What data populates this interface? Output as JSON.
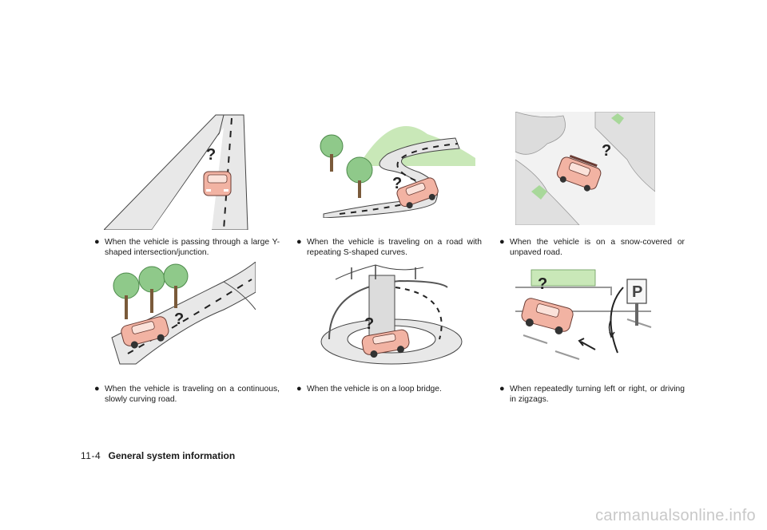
{
  "page": {
    "number": "11-4",
    "section_title": "General system information"
  },
  "illustrations": [
    {
      "id": "y-intersection",
      "icon": "car-y-junction-illustration",
      "caption": "When the vehicle is passing through a large Y-shaped intersection/junction."
    },
    {
      "id": "s-curves",
      "icon": "car-s-curves-illustration",
      "caption": "When the vehicle is traveling on a road with repeating S-shaped curves."
    },
    {
      "id": "snow-road",
      "icon": "car-snow-road-illustration",
      "caption": "When the vehicle is on a snow-covered or unpaved road."
    },
    {
      "id": "continuous-curve",
      "icon": "car-continuous-curve-illustration",
      "caption": "When the vehicle is traveling on a continuous, slowly curving road."
    },
    {
      "id": "loop-bridge",
      "icon": "car-loop-bridge-illustration",
      "caption": "When the vehicle is on a loop bridge."
    },
    {
      "id": "zigzag",
      "icon": "car-zigzag-parking-illustration",
      "caption": "When repeatedly turning left or right, or driving in zigzags."
    }
  ],
  "bullet_glyph": "●",
  "question_glyph": "?",
  "parking_sign_glyph": "P",
  "watermark": "carmanualsonline.info",
  "colors": {
    "car_body": "#f2b3a3",
    "car_dark": "#7a4a42",
    "road": "#e6e6e6",
    "road_edge": "#555555",
    "tree": "#8fc98a",
    "tree_dark": "#5a9a58",
    "snow": "#efefef",
    "text": "#1a1a1a"
  }
}
